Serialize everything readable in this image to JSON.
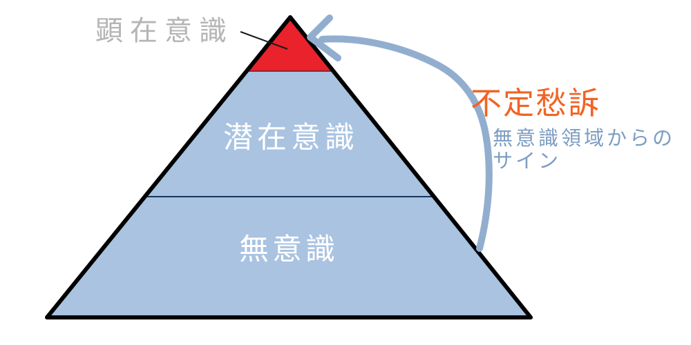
{
  "colors": {
    "background": "#ffffff",
    "pyramid_fill": "#a9c3e1",
    "pyramid_outline": "#000000",
    "conscious_fill": "#e9222c",
    "conscious_edge": "#8e2430",
    "divider": "#17365d",
    "pointer_line": "#1a1a1a",
    "arrow": "#92aecf",
    "conscious_label_text": "#b5b5b5",
    "level_label_text": "#ffffff",
    "annotation_heading_text": "#f26325",
    "annotation_subtext_text": "#7d9dc2"
  },
  "pyramid": {
    "levels": [
      {
        "name": "conscious",
        "label": "顕在意識"
      },
      {
        "name": "subconscious",
        "label": "潜在意識"
      },
      {
        "name": "unconscious",
        "label": "無意識"
      }
    ]
  },
  "annotation": {
    "heading": "不定愁訴",
    "subtext": "無意識領域からの\nサイン"
  }
}
